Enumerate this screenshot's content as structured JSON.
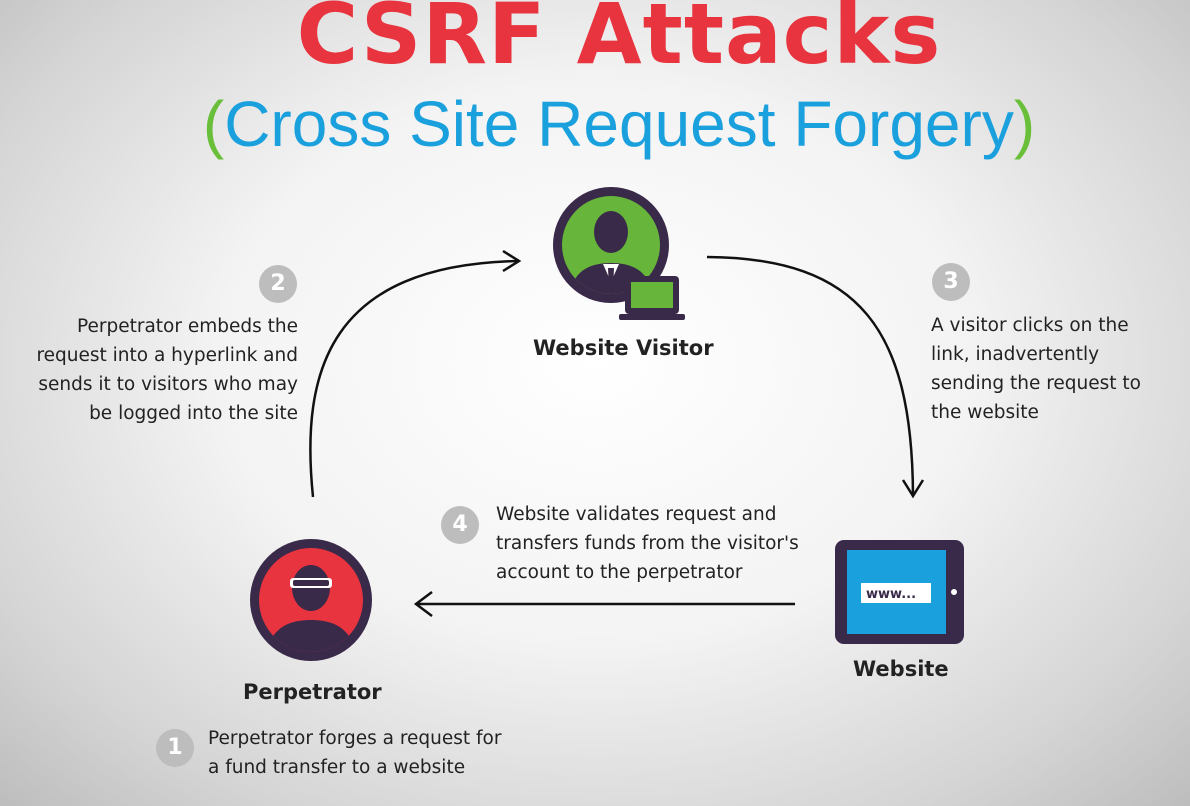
{
  "title": "CSRF Attacks",
  "subtitle": {
    "open_paren": "(",
    "text": "Cross Site Request Forgery",
    "close_paren": ")"
  },
  "colors": {
    "title": "#e8343e",
    "subtitle_text": "#1aa0dd",
    "subtitle_paren": "#6abf3a",
    "visitor_circle": "#67b53a",
    "perpetrator_circle": "#e8343e",
    "ring": "#3a2a4a",
    "website_screen": "#1aa0dd",
    "badge": "#bdbdbd"
  },
  "nodes": {
    "visitor": {
      "label": "Website Visitor",
      "icon": "person-with-laptop-icon"
    },
    "perpetrator": {
      "label": "Perpetrator",
      "icon": "masked-person-icon"
    },
    "website": {
      "label": "Website",
      "icon": "tablet-browser-icon",
      "url_text": "www..."
    }
  },
  "steps": [
    {
      "number": "1",
      "lines": [
        "Perpetrator forges a request for",
        "a fund transfer to a website"
      ]
    },
    {
      "number": "2",
      "lines": [
        "Perpetrator embeds the",
        "request into a hyperlink  and",
        "sends it to visitors who may",
        "be logged into the site"
      ]
    },
    {
      "number": "3",
      "lines": [
        "A visitor clicks on the",
        "link, inadvertently",
        "sending the request to",
        "the website"
      ]
    },
    {
      "number": "4",
      "lines": [
        "Website validates request and",
        "transfers funds from the visitor's",
        "account to the  perpetrator"
      ]
    }
  ]
}
